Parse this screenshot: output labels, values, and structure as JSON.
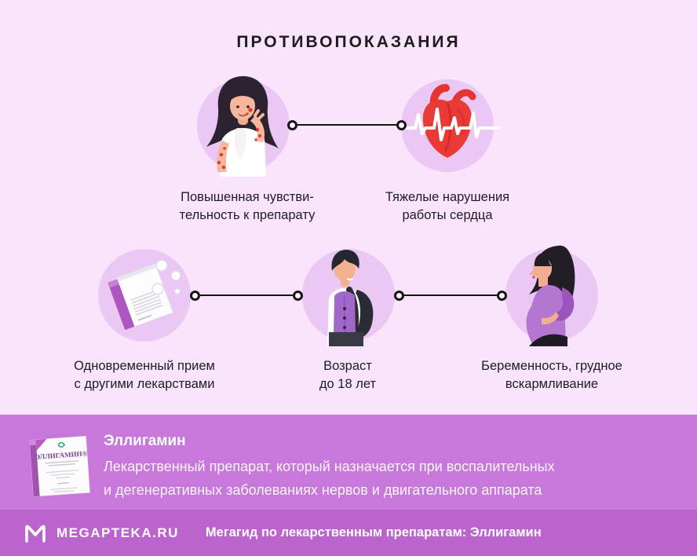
{
  "title": "ПРОТИВОПОКАЗАНИЯ",
  "contraindications": [
    {
      "icon": "allergy-woman-icon",
      "label": "Повышенная чувстви-\nтельность к препарату"
    },
    {
      "icon": "heart-ecg-icon",
      "label": "Тяжелые нарушения\nработы сердца"
    },
    {
      "icon": "pills-box-icon",
      "label": "Одновременный прием\nс другими лекарствами"
    },
    {
      "icon": "teen-boy-icon",
      "label": "Возраст\nдо 18 лет"
    },
    {
      "icon": "pregnant-woman-icon",
      "label": "Беременность, грудное\nвскармливание"
    }
  ],
  "drug": {
    "name": "Эллигамин",
    "description": "Лекарственный препарат, который назначается при воспалительных\nи дегенеративных заболеваниях нервов и двигательного аппарата",
    "package_label": "ЭЛЛИГАМИН®"
  },
  "footer": {
    "brand": "MEGAPTEKA.RU",
    "tagline": "Мегагид по лекарственным препаратам: Эллигамин"
  },
  "colors": {
    "background": "#f9e4fc",
    "icon_circle": "#ebc7f4",
    "connector": "#141414",
    "text_dark": "#1d1d20",
    "drug_section": "#c878da",
    "footer_bar": "#bb64ce",
    "accent_red": "#e8423d",
    "white": "#ffffff"
  }
}
